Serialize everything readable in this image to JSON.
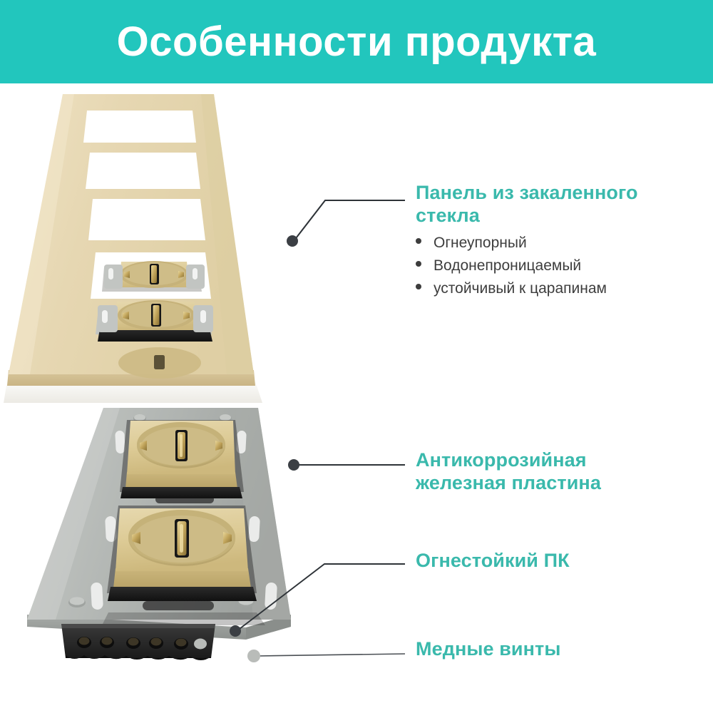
{
  "header": {
    "title": "Особенности продукта",
    "background_color": "#22c6bd",
    "text_color": "#ffffff"
  },
  "theme": {
    "accent_teal": "#22c6bd",
    "callout_teal": "#3ab9ac",
    "body_text": "#3d3d3d",
    "panel_beige": "#e3d5b0",
    "panel_beige_light": "#ece0c0",
    "socket_beige": "#d9c78f",
    "metal_grey": "#b5b8b5",
    "metal_grey_dark": "#9a9e9c",
    "terminal_black": "#262626",
    "leader_line": "#2e3338",
    "background": "#ffffff"
  },
  "callouts": [
    {
      "id": "glass-panel",
      "title": "Панель из закаленного\nстекла",
      "title_line1": "Панель из закаленного",
      "title_line2": "стекла",
      "bullets": [
        "Огнеупорный",
        "Водонепроницаемый",
        "устойчивый к царапинам"
      ]
    },
    {
      "id": "iron-plate",
      "title_line1": "Антикоррозийная",
      "title_line2": "железная пластина",
      "bullets": []
    },
    {
      "id": "fireproof-pc",
      "title_line1": "Огнестойкий ПК",
      "title_line2": "",
      "bullets": []
    },
    {
      "id": "copper-screws",
      "title_line1": "Медные винты",
      "title_line2": "",
      "bullets": []
    }
  ],
  "illustration": {
    "description": "Покомпонентное изображение четырёхместной розетки",
    "parts": [
      "Стеклянная панель с четырьмя вырезами",
      "Бежевые розеточные модули",
      "Серая металлическая монтажная рамка",
      "Чёрный клеммный блок с медными винтами"
    ]
  }
}
